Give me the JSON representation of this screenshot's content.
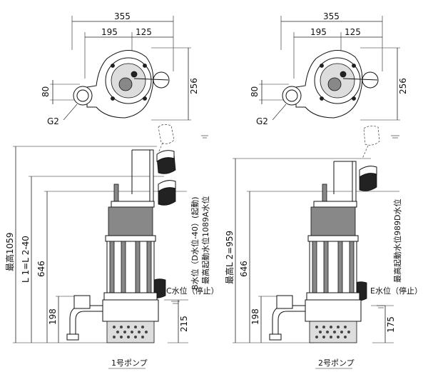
{
  "top_views": [
    {
      "dim_overall": "355",
      "dim_left": "195",
      "dim_right": "125",
      "dim_height": "256",
      "dim_outlet": "80",
      "outlet_label": "G2"
    },
    {
      "dim_overall": "355",
      "dim_left": "195",
      "dim_right": "125",
      "dim_height": "256",
      "dim_outlet": "80",
      "outlet_label": "G2"
    }
  ],
  "pump1": {
    "caption": "1号ポンプ",
    "dim_max_height": "最高1059",
    "dim_length": "L 1=L 2-40",
    "dim_646": "646",
    "dim_198": "198",
    "dim_215": "215",
    "label_b_level": "B水位（D水位-40）(起動)",
    "label_max_level": "最高起動水位1089A水位",
    "label_c_level": "C水位（停止）"
  },
  "pump2": {
    "caption": "2号ポンプ",
    "dim_max_height": "最高L 2=959",
    "dim_646": "646",
    "dim_198": "198",
    "dim_175": "175",
    "label_d_level": "最高起動水位989D水位",
    "label_e_level": "E水位（停止）"
  }
}
